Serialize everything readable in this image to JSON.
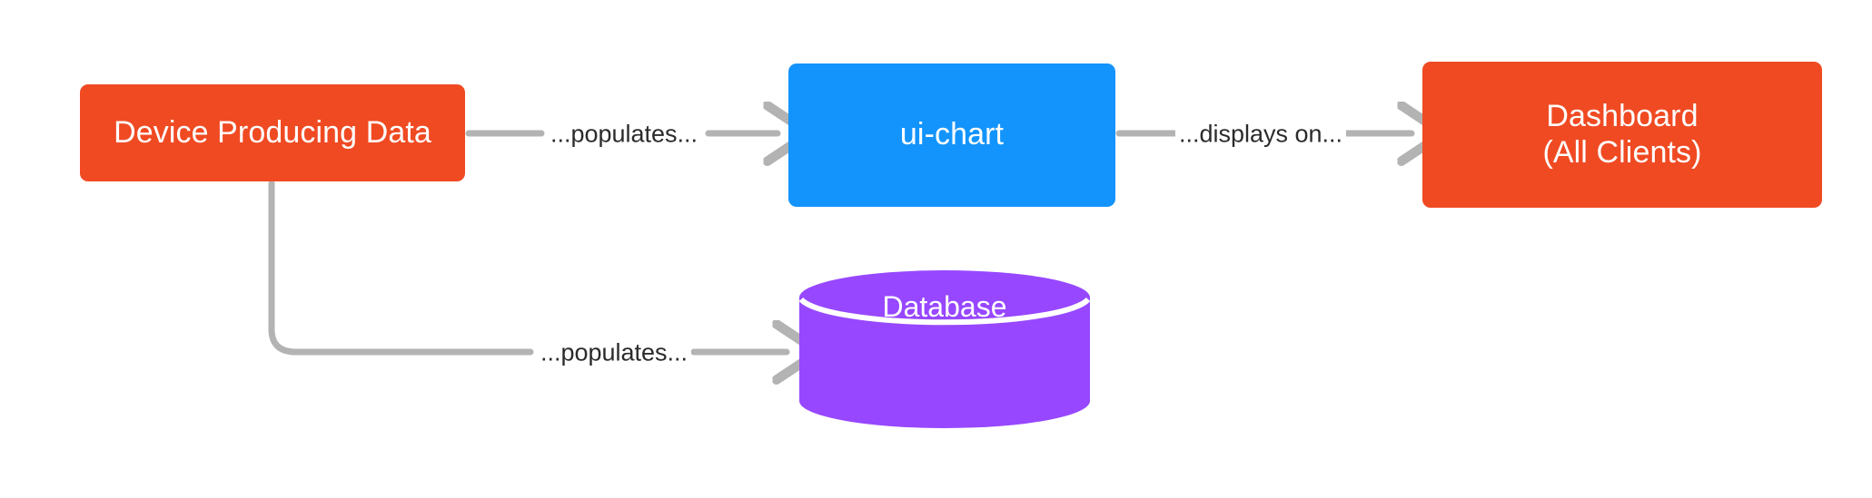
{
  "diagram": {
    "type": "flowchart",
    "background": "#ffffff",
    "edge_color": "#b3b3b3",
    "edge_label_color": "#2b2b2b",
    "nodes": [
      {
        "id": "device",
        "label": "Device Producing Data",
        "shape": "rounded-rect",
        "color": "#f04a23",
        "text_color": "#ffffff"
      },
      {
        "id": "ui-chart",
        "label": "ui-chart",
        "shape": "rounded-rect",
        "color": "#1394fc",
        "text_color": "#ffffff"
      },
      {
        "id": "dashboard",
        "label": "Dashboard\n(All Clients)",
        "line1": "Dashboard",
        "line2": "(All Clients)",
        "shape": "rounded-rect",
        "color": "#f04a23",
        "text_color": "#ffffff"
      },
      {
        "id": "database",
        "label": "Database",
        "shape": "cylinder",
        "color": "#9747ff",
        "text_color": "#ffffff"
      }
    ],
    "edges": [
      {
        "id": "device-to-uichart",
        "from": "device",
        "to": "ui-chart",
        "label": "...populates..."
      },
      {
        "id": "uichart-to-dashboard",
        "from": "ui-chart",
        "to": "dashboard",
        "label": "...displays on..."
      },
      {
        "id": "device-to-database",
        "from": "device",
        "to": "database",
        "label": "...populates..."
      }
    ]
  }
}
